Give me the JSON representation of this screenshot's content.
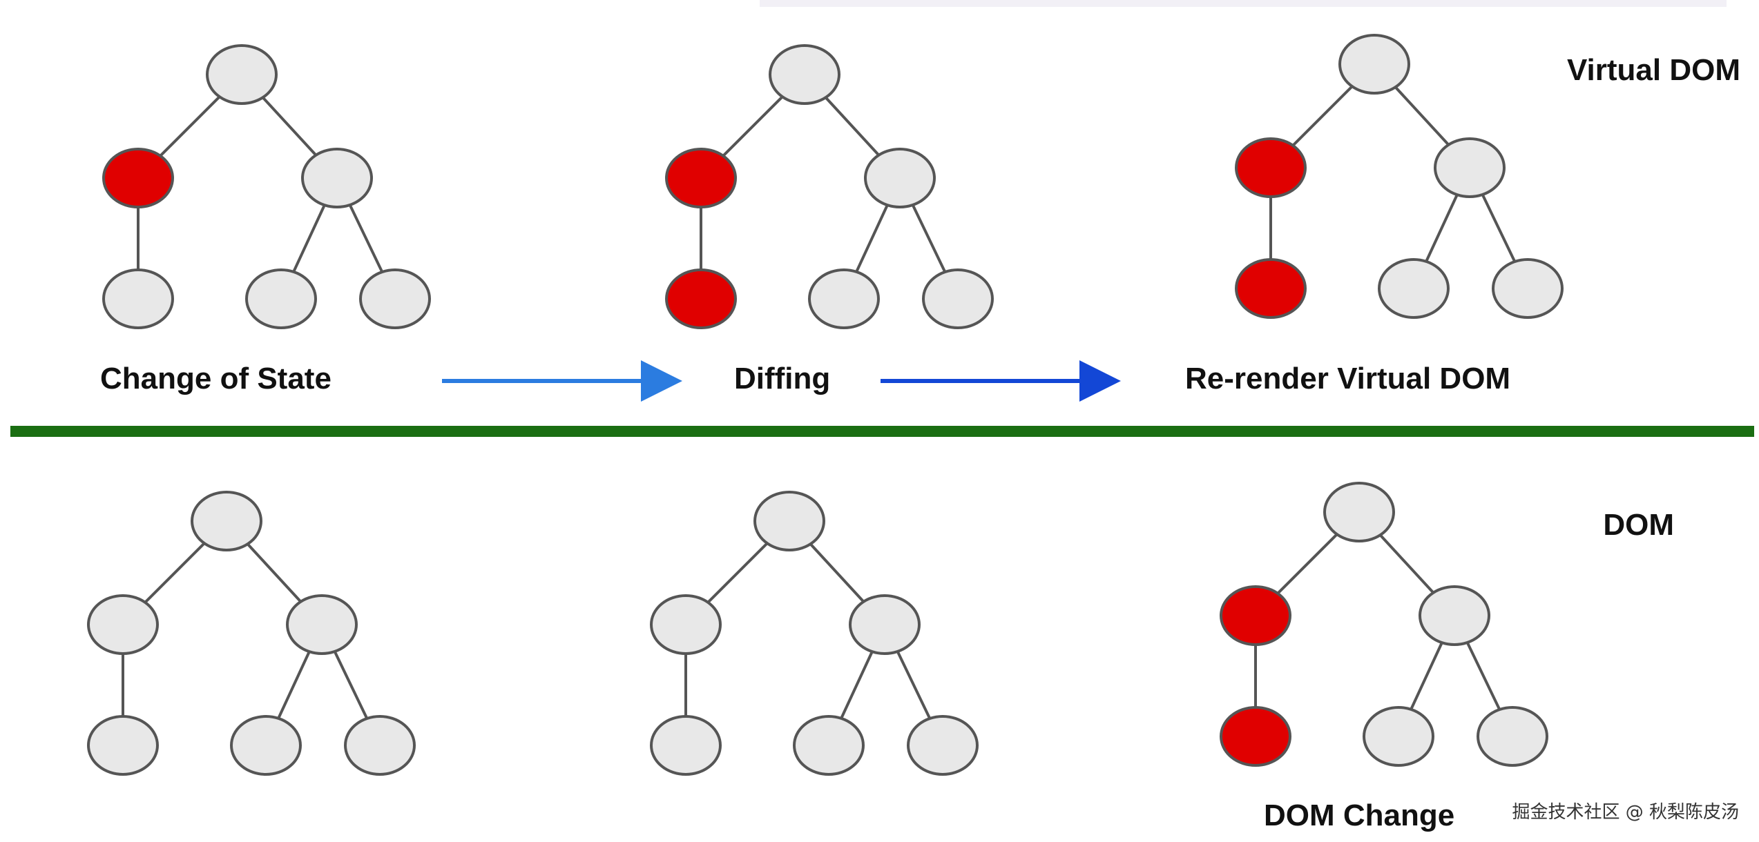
{
  "sections": {
    "virtual_dom": {
      "title": "Virtual DOM",
      "steps": [
        "Change of State",
        "Diffing",
        "Re-render Virtual DOM"
      ]
    },
    "dom": {
      "title": "DOM",
      "steps": [
        "DOM Change"
      ]
    }
  },
  "watermark": "掘金技术社区 @ 秋梨陈皮汤",
  "colors": {
    "node_default": "#e8e8e8",
    "node_changed": "#e00000",
    "node_stroke": "#555555",
    "edge": "#555555",
    "divider": "#1a6e12",
    "arrow_light": "#2b7ce0",
    "arrow_dark": "#1347d6"
  },
  "trees": [
    {
      "section": "virtual_dom",
      "changed": [
        "left",
        "left-child"
      ],
      "highlight_first_only": true
    },
    {
      "section": "virtual_dom",
      "changed": [
        "left",
        "left-child"
      ]
    },
    {
      "section": "virtual_dom",
      "changed": [
        "left",
        "left-child"
      ]
    },
    {
      "section": "dom",
      "changed": []
    },
    {
      "section": "dom",
      "changed": []
    },
    {
      "section": "dom",
      "changed": [
        "left",
        "left-child"
      ]
    }
  ]
}
